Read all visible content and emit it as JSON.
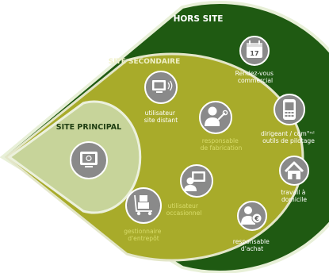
{
  "colors": {
    "outer_zone": "#1f5a12",
    "outer_ring": "#e8f0d8",
    "middle_zone": "#a8ab2a",
    "middle_ring": "#e3e6c8",
    "inner_zone": "#c7d49a",
    "inner_ring": "#ecf1dd",
    "node_grey": "#8a8a8a",
    "label_light": "#ffffff",
    "label_olive": "#d8dc6a",
    "title_secondary": "#f0f0c8",
    "title_principal": "#1f3e12"
  },
  "zones": {
    "hors_site": "HORS SITE",
    "site_secondaire": "SITE SECONDAIRE",
    "site_principal": "SITE PRINCIPAL"
  },
  "hors_site_nodes": [
    {
      "icon": "calendar-icon",
      "icon_text": "17",
      "lines": [
        "Rendez-vous",
        "commercial"
      ]
    },
    {
      "icon": "phone-icon",
      "lines": [
        "dirigeant / com°ʳᶜˡ",
        "outils de pilotage"
      ]
    },
    {
      "icon": "home-icon",
      "lines": [
        "travail à",
        "domicile"
      ]
    },
    {
      "icon": "user-euro-icon",
      "icon_text": "€",
      "lines": [
        "responsable",
        "d'achat"
      ]
    }
  ],
  "site_secondaire_nodes": [
    {
      "icon": "computer-wifi-icon",
      "lines": [
        "utilisateur",
        "site distant"
      ]
    },
    {
      "icon": "user-wrench-icon",
      "lines": [
        "responsable",
        "de fabrication"
      ]
    },
    {
      "icon": "user-screen-icon",
      "lines": [
        "utilisateur",
        "occasionnel"
      ]
    },
    {
      "icon": "trolley-icon",
      "lines": [
        "gestionnaire",
        "d'entrepôt"
      ]
    }
  ],
  "site_principal_node": {
    "icon": "monitor-icon"
  }
}
